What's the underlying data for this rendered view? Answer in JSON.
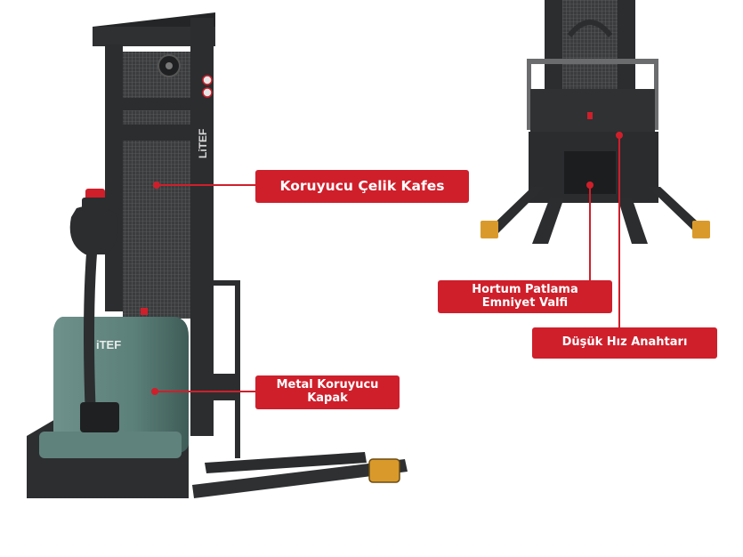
{
  "brand": {
    "logo_mast": "LiTEF",
    "logo_body": "iTEF"
  },
  "callouts": {
    "steel_cage": "Koruyucu Çelik Kafes",
    "metal_cover_line1": "Metal Koruyucu",
    "metal_cover_line2": "Kapak",
    "hose_valve_line1": "Hortum Patlama",
    "hose_valve_line2": "Emniyet Valfi",
    "low_speed_switch": "Düşük Hız Anahtarı"
  },
  "colors": {
    "callout_red": "#cf1f2b",
    "body_green": "#5b7f79",
    "frame_dark": "#2b2d2f",
    "accent_orange": "#d99a2b"
  }
}
